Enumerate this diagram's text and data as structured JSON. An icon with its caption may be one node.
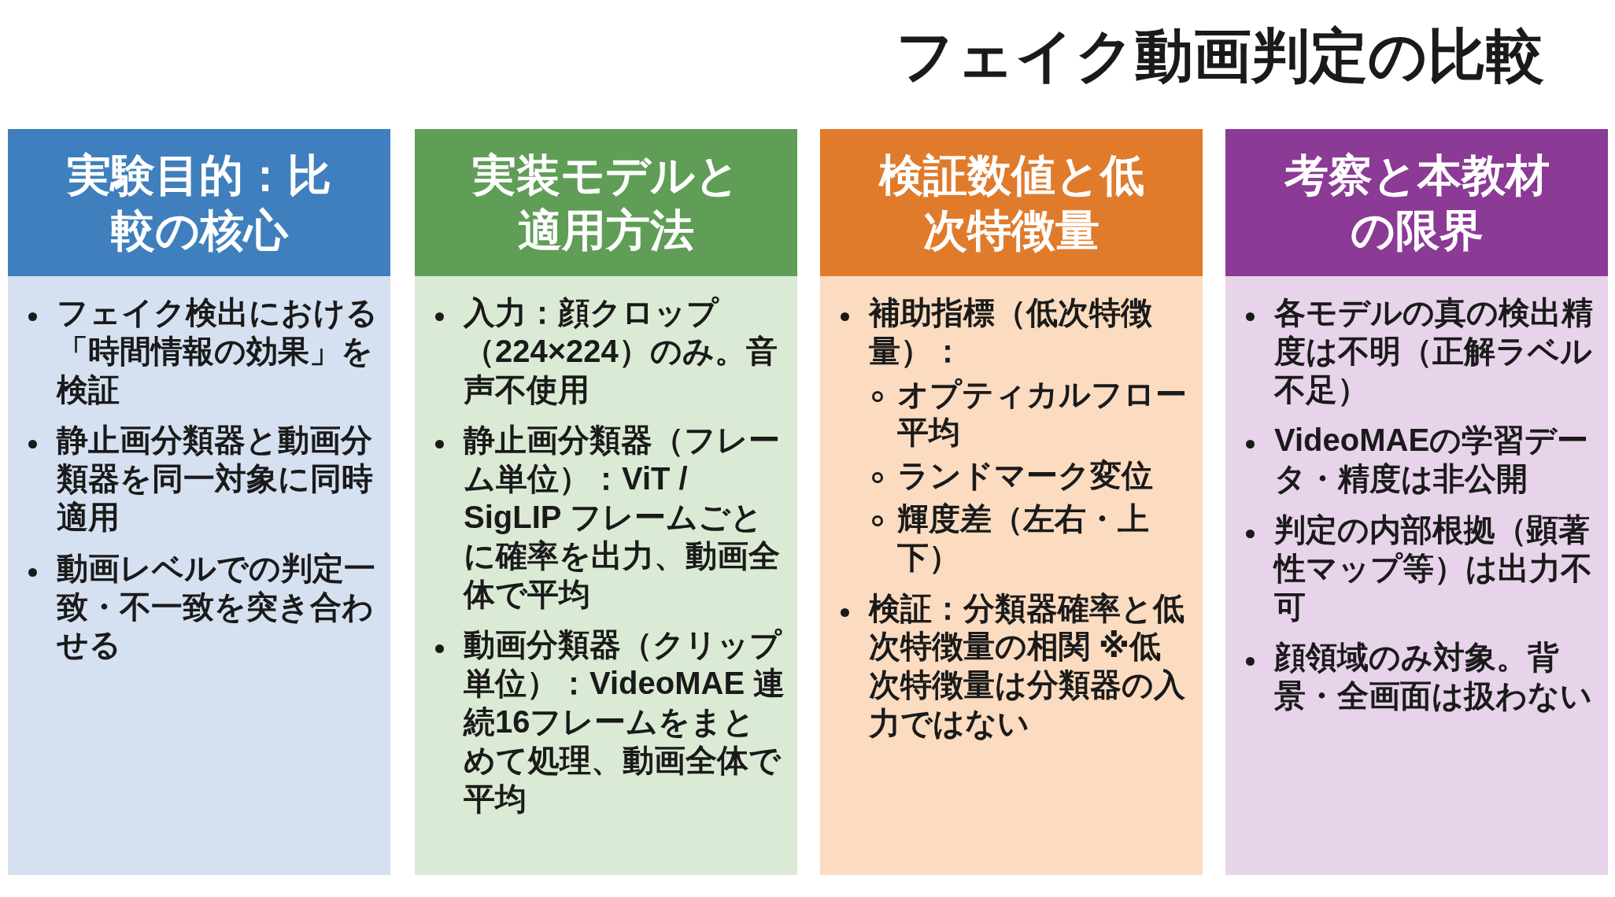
{
  "diagram": {
    "title": "フェイク動画判定の比較",
    "nodes": [
      {
        "text": [
          "実験目的：比較の核心"
        ]
      },
      {
        "text": [
          "フェイク検出における「時間情報の効果」を検証"
        ],
        "in": 0
      },
      {
        "text": [
          "静止画分類器と動画分類器を同一対象に同時適用"
        ],
        "in": 0
      },
      {
        "text": [
          "動画レベルでの判定一致・不一致を突き合わせる"
        ],
        "in": 0
      },
      {
        "text": [
          "実装モデルと適用方法"
        ]
      },
      {
        "text": [
          "入力：顔クロップ（224×224）のみ。音声不使用"
        ],
        "in": 4
      },
      {
        "text": [
          "静止画分類器（フレーム単位）：ViT / SigLIP フレームごとに確率を出力、動画全体で平均"
        ],
        "in": 4
      },
      {
        "text": [
          "動画分類器（クリップ単位）：VideoMAE 連続16フレームをまとめて処理、動画全体で平均"
        ],
        "in": 4
      },
      {
        "text": [
          "検証数値と低次特徴量"
        ]
      },
      {
        "text": [
          "補助指標（低次特徴量）：",
          "オプティカルフロー平均",
          "ランドマーク変位",
          "輝度差（左右・上下）"
        ],
        "in": 8
      },
      {
        "text": [
          "検証：分類器確率と低次特徴量の相関 ※低次特徴量は分類器の入力ではない"
        ],
        "in": 8
      },
      {
        "text": [
          "考察と本教材の限界"
        ]
      },
      {
        "text": [
          "各モデルの真の検出精度は不明（正解ラベル不足）"
        ],
        "in": 11
      },
      {
        "text": [
          "VideoMAEの学習データ・精度は非公開"
        ],
        "in": 11
      },
      {
        "text": [
          "判定の内部根拠（顕著性マップ等）は出力不可"
        ],
        "in": 11
      },
      {
        "text": [
          "顔領域のみ対象。背景・全画面は扱わない"
        ],
        "in": 11
      }
    ],
    "edges": []
  }
}
